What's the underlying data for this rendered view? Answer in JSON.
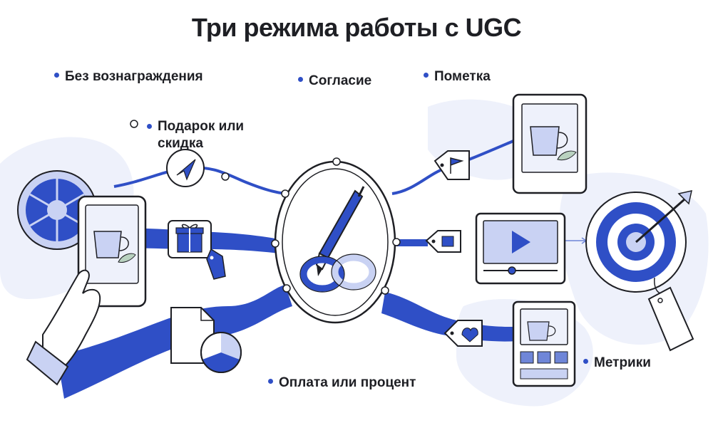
{
  "title": "Три режима работы с UGC",
  "labels": {
    "no_reward": "Без вознаграждения",
    "gift_or_discount": "Подарок или\nскидка",
    "consent": "Согласие",
    "mark": "Пометка",
    "payment_or_percent": "Оплата или процент",
    "metrics": "Метрики"
  },
  "colors": {
    "accent": "#2f4fc6",
    "accent_light": "#c9d2f3",
    "background_blob": "#eef1fb",
    "stroke": "#1e1f24"
  },
  "icons": [
    "camera-shutter-icon",
    "send-arrow-icon",
    "gift-icon",
    "tag-icon",
    "pen-icon",
    "rings-icon",
    "flag-icon",
    "play-icon",
    "handshake-icon",
    "target-icon",
    "mug-icon",
    "document-icon",
    "pie-chart-icon",
    "hand-icon"
  ]
}
